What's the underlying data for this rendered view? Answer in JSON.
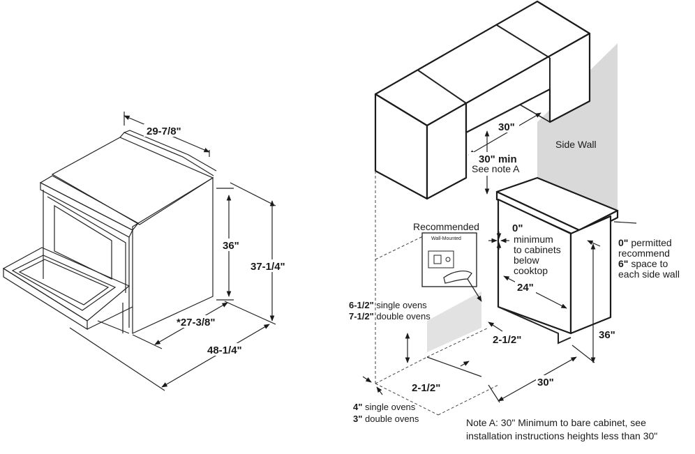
{
  "colors": {
    "line": "#1a1a1a",
    "wall_shade": "#d9d9d9",
    "floor_shade": "#e2e2e2",
    "paper": "#ffffff"
  },
  "range": {
    "width": "29-7/8\"",
    "height": "36\"",
    "height_total": "37-1/4\"",
    "depth": "*27-3/8\"",
    "depth_open": "48-1/4\""
  },
  "install": {
    "side_wall": "Side Wall",
    "hood_width": "30\"",
    "min_clear": "30\" min",
    "see_note": "See note A",
    "recommended": "Recommended",
    "wall_mounted": "Wall-Mounted",
    "zero": "0\"",
    "zero_lines": [
      "minimum",
      "to cabinets",
      "below",
      "cooktop"
    ],
    "depth": "24\"",
    "side_zero": "0\"",
    "side_permitted": " permitted",
    "side_recommend": "recommend",
    "side_six": "6\"",
    "side_space": " space to",
    "side_each": "each side wall",
    "counter_height": "36\"",
    "cutout_width": "30\"",
    "outlet_gap": "2-1/2\"",
    "floor_gap": "2-1/2\"",
    "outlet_single_val": "6-1/2\"",
    "outlet_single": " single ovens",
    "outlet_double_val": "7-1/2\"",
    "outlet_double": " double ovens",
    "floor_single_val": "4\"",
    "floor_single": " single ovens",
    "floor_double_val": "3\"",
    "floor_double": " double ovens"
  },
  "note": {
    "line1": "Note A: 30\" Minimum to bare cabinet, see",
    "line2": "installation instructions heights less than 30\""
  }
}
